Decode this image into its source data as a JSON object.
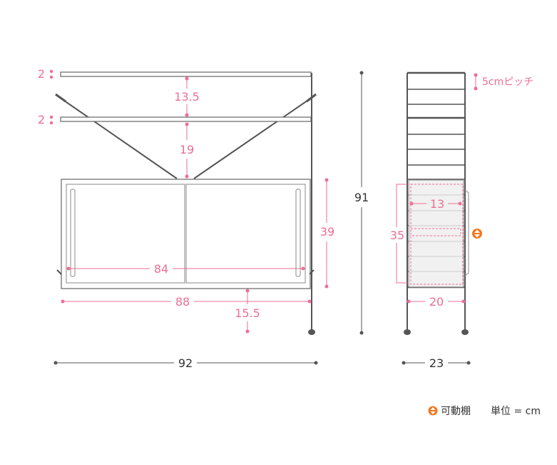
{
  "colors": {
    "dimension": "#ee6e94",
    "outline": "#666666",
    "frame": "#555555",
    "legend_icon": "#f07820",
    "text": "#333333"
  },
  "front_view": {
    "top_shelf_thickness": "2",
    "second_shelf_thickness": "2",
    "gap_top_shelves": "13.5",
    "gap_shelf_to_cabinet": "19",
    "inner_width": "84",
    "cabinet_width": "88",
    "cabinet_height": "39",
    "cabinet_to_floor": "15.5",
    "overall_width": "92",
    "overall_height": "91"
  },
  "side_view": {
    "pitch_note": "5cmピッチ",
    "inner_depth": "13",
    "inner_height": "35",
    "cabinet_depth": "20",
    "overall_depth": "23"
  },
  "legend": {
    "icon": "up-down-arrow-icon",
    "movable_shelf": "可動棚",
    "unit": "単位 = cm"
  }
}
